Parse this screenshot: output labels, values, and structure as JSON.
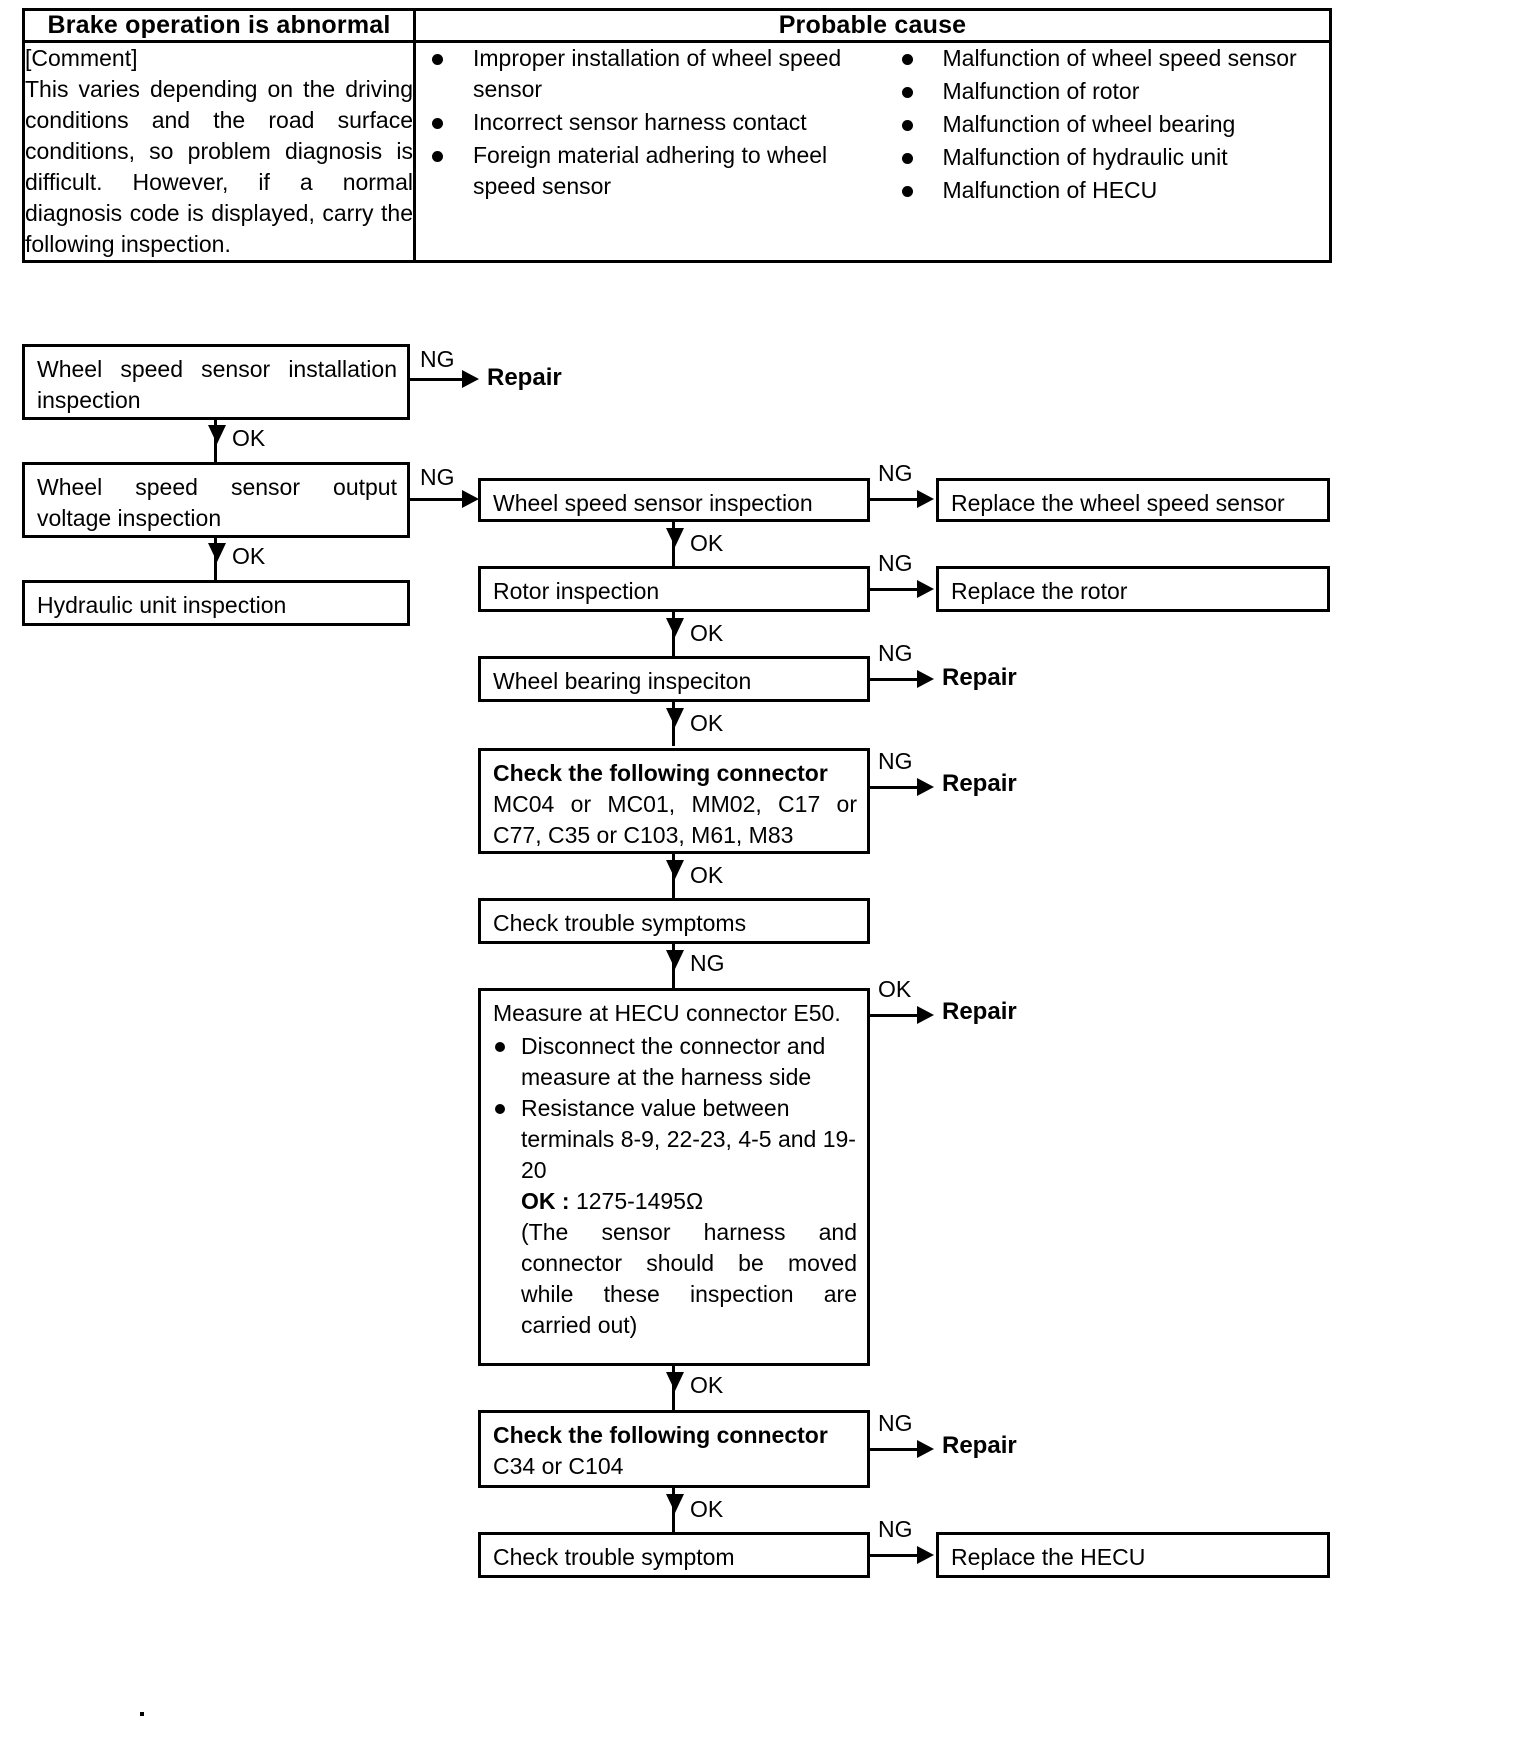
{
  "table": {
    "headers": [
      "Brake operation is abnormal",
      "Probable cause"
    ],
    "comment": {
      "title": "[Comment]",
      "body": "This varies depending on the driving conditions and the road surface conditions, so problem diagnosis is difficult. However, if a normal diagnosis code is displayed, carry the following inspection."
    },
    "causes_left": [
      "Improper installation of wheel speed sensor",
      "Incorrect sensor harness contact",
      "Foreign material adhering to wheel speed sensor"
    ],
    "causes_right": [
      "Malfunction of wheel speed sensor",
      "Malfunction of rotor",
      "Malfunction of wheel bearing",
      "Malfunction of hydraulic unit",
      "Malfunction of HECU"
    ]
  },
  "flow": {
    "labels": {
      "ok": "OK",
      "ng": "NG",
      "repair": "Repair"
    },
    "nodes": {
      "install_inspection": "Wheel speed sensor installation inspection",
      "output_voltage": "Wheel speed sensor output voltage inspection",
      "hydraulic_unit": "Hydraulic unit inspection",
      "sensor_inspection": "Wheel speed sensor inspection",
      "replace_sensor": "Replace the wheel speed sensor",
      "rotor_inspection": "Rotor inspection",
      "replace_rotor": "Replace the rotor",
      "bearing_inspection": "Wheel bearing inspeciton",
      "connector1_title": "Check the following connector",
      "connector1_codes": "MC04 or MC01, MM02, C17 or C77, C35 or C103, M61, M83",
      "check_symptoms": "Check trouble symptoms",
      "measure_title": "Measure at HECU connector E50.",
      "measure_b1": "Disconnect the connector and measure at the harness side",
      "measure_b2": "Resistance value between terminals 8-9, 22-23, 4-5 and 19-20",
      "measure_ok_label": "OK :",
      "measure_ok_value": "1275-1495Ω",
      "measure_note": "(The sensor harness and connector should be moved while these inspection are carried out)",
      "connector2_title": "Check the following connector",
      "connector2_codes": "C34 or C104",
      "check_symptom2": "Check trouble symptom",
      "replace_hecu": "Replace the HECU"
    }
  }
}
